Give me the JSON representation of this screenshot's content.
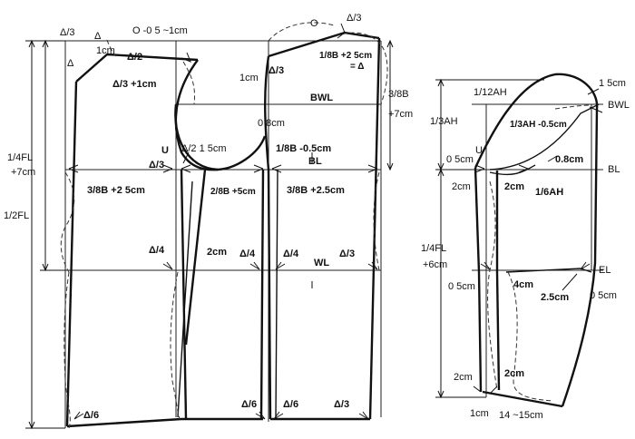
{
  "colors": {
    "line": "#111111",
    "background": "#ffffff"
  },
  "labels": {
    "body_shoulder_left_tri": "Δ/3",
    "body_top_tri": "Δ",
    "body_neck_tri": "Δ",
    "body_neck_offset": "O -0 5 ~1cm",
    "body_neck_1cm": "1cm",
    "body_half_tri": "Δ/2",
    "body_third_1cm": "Δ/3 +1cm",
    "body_back_zero": "O",
    "body_back_tri": "Δ/3",
    "body_back_1cm": "1cm",
    "body_back_tri2": "Δ/3",
    "body_chest_formula": "1/8B +2 5cm",
    "body_chest_eq": "= Δ",
    "body_bwl_depth": "3/8B",
    "body_bwl_plus": "+7cm",
    "body_bwl": "BWL",
    "body_0_8": "0 8cm",
    "body_u": "U",
    "body_half_15": "Δ/2 1 5cm",
    "body_third_u": "Δ/3",
    "body_chest_minus": "1/8B -0.5cm",
    "body_bl": "BL",
    "body_fl_quarter": "1/4FL",
    "body_fl_plus": "+7cm",
    "body_fl_half": "1/2FL",
    "body_front_width": "3/8B +2 5cm",
    "body_mid_width": "2/8B +5cm",
    "body_back_width": "3/8B +2.5cm",
    "body_waist_tri_1": "Δ/4",
    "body_waist_2cm": "2cm",
    "body_waist_tri_2": "Δ/4",
    "body_waist_tri_3": "Δ/4",
    "body_wl": "WL",
    "body_waist_tri_4": "Δ/3",
    "body_hem_tri_1": "Δ/6",
    "body_hem_tri_2": "Δ/6",
    "body_hem_tri_3": "Δ/6",
    "body_hem_tri_4": "Δ/3",
    "sleeve_12ah": "1/12AH",
    "sleeve_15": "1 5cm",
    "sleeve_bwl": "BWL",
    "sleeve_3ah": "1/3AH",
    "sleeve_3ah_minus": "1/3AH -0.5cm",
    "sleeve_u": "U",
    "sleeve_05_top": "0 5cm",
    "sleeve_08": "0.8cm",
    "sleeve_bl": "BL",
    "sleeve_2cm_a": "2cm",
    "sleeve_2cm_b": "2cm",
    "sleeve_6ah": "1/6AH",
    "sleeve_fl_quarter": "1/4FL",
    "sleeve_fl_plus": "+6cm",
    "sleeve_el": "EL",
    "sleeve_05_left": "0 5cm",
    "sleeve_4cm": "4cm",
    "sleeve_25": "2.5cm",
    "sleeve_05_right": "0 5cm",
    "sleeve_2cm_c": "2cm",
    "sleeve_2cm_d": "2cm",
    "sleeve_1cm": "1cm",
    "sleeve_cuff": "14 ~15cm"
  }
}
